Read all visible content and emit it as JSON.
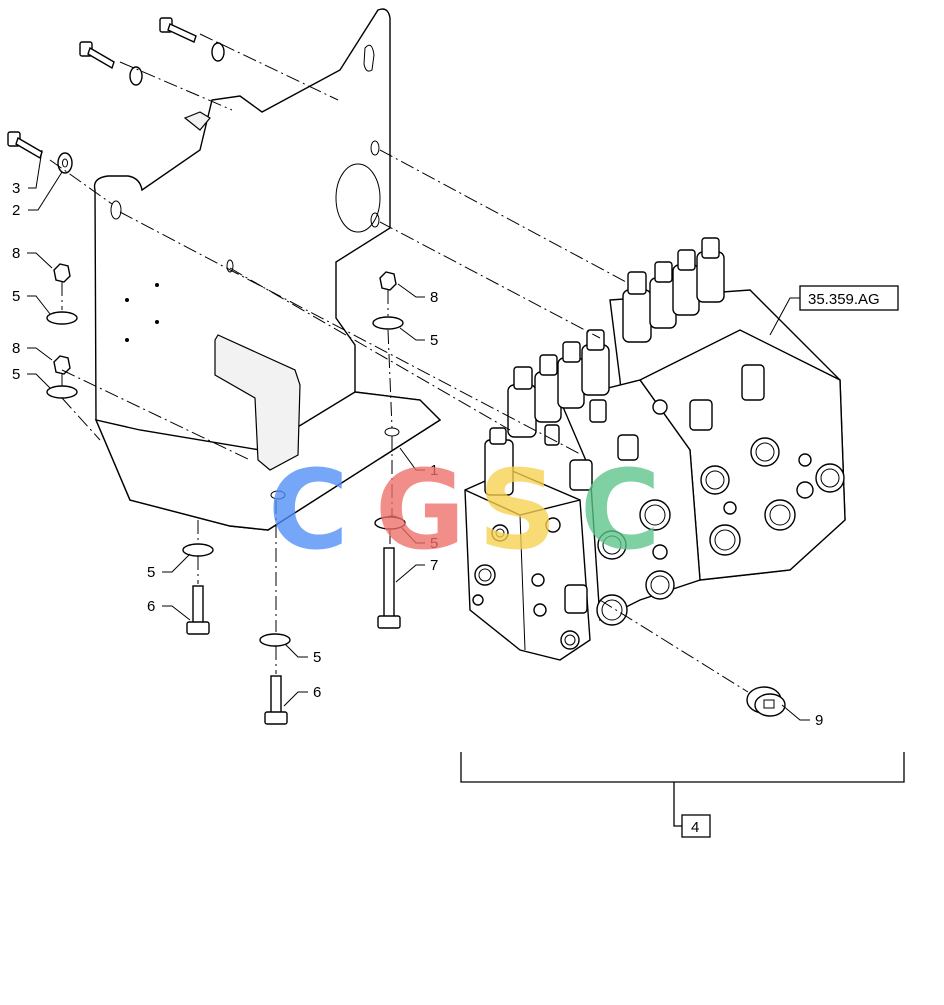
{
  "callouts": [
    {
      "id": "c1",
      "label": "1"
    },
    {
      "id": "c2",
      "label": "2"
    },
    {
      "id": "c3",
      "label": "3"
    },
    {
      "id": "c4",
      "label": "4"
    },
    {
      "id": "c5a",
      "label": "5"
    },
    {
      "id": "c5b",
      "label": "5"
    },
    {
      "id": "c5c",
      "label": "5"
    },
    {
      "id": "c5d",
      "label": "5"
    },
    {
      "id": "c5e",
      "label": "5"
    },
    {
      "id": "c5f",
      "label": "5"
    },
    {
      "id": "c6a",
      "label": "6"
    },
    {
      "id": "c6b",
      "label": "6"
    },
    {
      "id": "c7",
      "label": "7"
    },
    {
      "id": "c8a",
      "label": "8"
    },
    {
      "id": "c8b",
      "label": "8"
    },
    {
      "id": "c8c",
      "label": "8"
    },
    {
      "id": "c9",
      "label": "9"
    }
  ],
  "reference": {
    "label": "35.359.AG"
  },
  "assembly": {
    "label": "4"
  },
  "watermark": {
    "letters": [
      "C",
      "G",
      "S",
      "C"
    ],
    "colors": [
      "#4f8ef7",
      "#ef6f6a",
      "#f7d14f",
      "#5cc48a"
    ]
  }
}
